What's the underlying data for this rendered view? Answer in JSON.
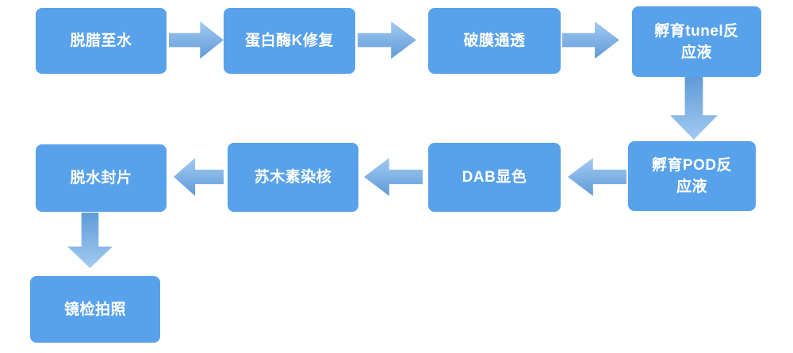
{
  "diagram": {
    "type": "flowchart",
    "colors": {
      "background": "#ffffff",
      "node_fill": "#58a2ec",
      "node_text": "#ffffff",
      "arrow_light": "#a3caf2",
      "arrow_dark": "#5f9bd8"
    },
    "nodes": [
      {
        "id": "step-1",
        "lines": [
          "脱腊至水"
        ]
      },
      {
        "id": "step-2",
        "lines": [
          "蛋白酶K修复"
        ]
      },
      {
        "id": "step-3",
        "lines": [
          "破膜通透"
        ]
      },
      {
        "id": "step-4",
        "lines": [
          "孵育tunel反",
          "应液"
        ]
      },
      {
        "id": "step-5",
        "lines": [
          "孵育POD反",
          "应液"
        ]
      },
      {
        "id": "step-6",
        "lines": [
          "DAB显色"
        ]
      },
      {
        "id": "step-7",
        "lines": [
          "苏木素染核"
        ]
      },
      {
        "id": "step-8",
        "lines": [
          "脱水封片"
        ]
      },
      {
        "id": "step-9",
        "lines": [
          "镜检拍照"
        ]
      }
    ],
    "arrows": [
      {
        "from": "step-1",
        "to": "step-2",
        "direction": "right"
      },
      {
        "from": "step-2",
        "to": "step-3",
        "direction": "right"
      },
      {
        "from": "step-3",
        "to": "step-4",
        "direction": "right"
      },
      {
        "from": "step-4",
        "to": "step-5",
        "direction": "down"
      },
      {
        "from": "step-5",
        "to": "step-6",
        "direction": "left"
      },
      {
        "from": "step-6",
        "to": "step-7",
        "direction": "left"
      },
      {
        "from": "step-7",
        "to": "step-8",
        "direction": "left"
      },
      {
        "from": "step-8",
        "to": "step-9",
        "direction": "down"
      }
    ]
  }
}
